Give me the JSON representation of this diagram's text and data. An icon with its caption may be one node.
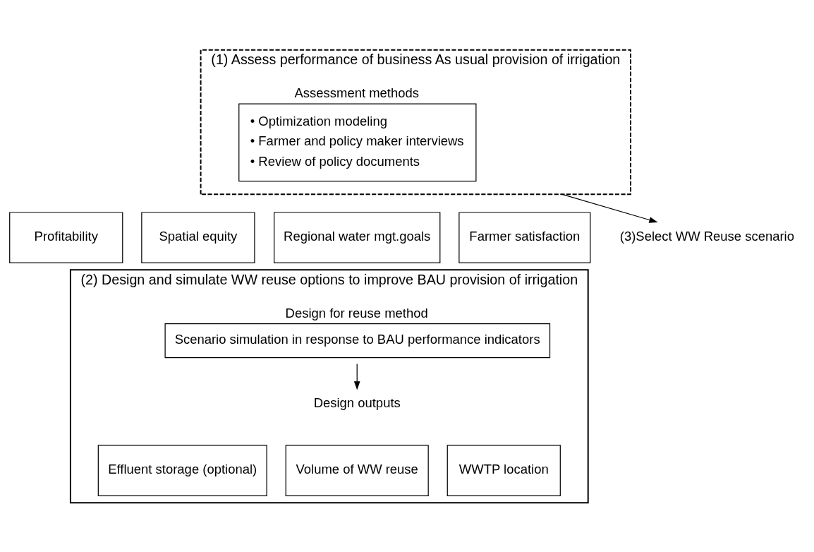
{
  "diagram": {
    "nodes": [
      {
        "text": [
          "(1) Assess performance of business As usual provision of irrigation"
        ]
      },
      {
        "text": [
          "(2) Design and simulate WW reuse options to improve BAU provision of irrigation"
        ]
      },
      {
        "text": [
          "Assessment methods",
          "• Optimization modeling",
          "• Farmer and policy maker interviews",
          "• Review of policy documents"
        ],
        "in": 0
      },
      {
        "text": [
          "Profitability"
        ]
      },
      {
        "text": [
          "Spatial equity"
        ]
      },
      {
        "text": [
          "Regional water mgt.goals"
        ]
      },
      {
        "text": [
          "Farmer satisfaction"
        ]
      },
      {
        "text": [
          "Design for reuse method",
          "Scenario simulation in response to BAU performance indicators"
        ],
        "in": 1
      },
      {
        "text": [
          "Design outputs"
        ],
        "in": 1
      },
      {
        "text": [
          "Effluent storage (optional)"
        ],
        "in": 1
      },
      {
        "text": [
          "Volume of WW reuse"
        ],
        "in": 1
      },
      {
        "text": [
          "WWTP location"
        ],
        "in": 1
      },
      {
        "text": [
          "(3)Select WW Reuse scenario"
        ]
      }
    ],
    "edges": [
      {
        "from": 7,
        "to": 8,
        "arrow": "to"
      },
      {
        "from": 0,
        "to": 12,
        "arrow": "to"
      }
    ]
  }
}
